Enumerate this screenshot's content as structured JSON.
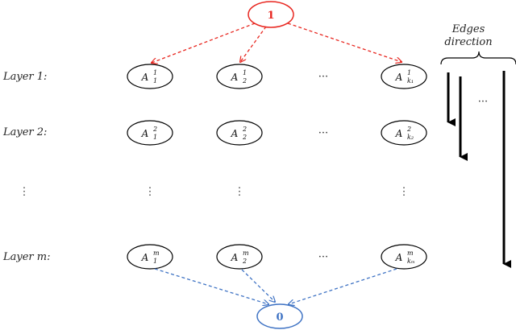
{
  "source": {
    "label": "1"
  },
  "sink": {
    "label": "0"
  },
  "layers": [
    {
      "label": "Layer 1:",
      "nodes": [
        {
          "base": "A",
          "sub": "1",
          "sup": "1"
        },
        {
          "base": "A",
          "sub": "2",
          "sup": "1"
        },
        {
          "base": "A",
          "sub": "k₁",
          "sup": "1"
        }
      ]
    },
    {
      "label": "Layer 2:",
      "nodes": [
        {
          "base": "A",
          "sub": "1",
          "sup": "2"
        },
        {
          "base": "A",
          "sub": "2",
          "sup": "2"
        },
        {
          "base": "A",
          "sub": "k₂",
          "sup": "2"
        }
      ]
    },
    {
      "label": "Layer m:",
      "nodes": [
        {
          "base": "A",
          "sub": "1",
          "sup": "m"
        },
        {
          "base": "A",
          "sub": "2",
          "sup": "m"
        },
        {
          "base": "A",
          "sub": "kₘ",
          "sup": "m"
        }
      ]
    }
  ],
  "ellipsis_h": "···",
  "ellipsis_v": "⋮",
  "edges_direction": {
    "line1": "Edges",
    "line2": "direction"
  },
  "colors": {
    "source": "#e8261f",
    "sink": "#3f73c4",
    "edge_red": "#e8261f",
    "edge_blue": "#3f73c4",
    "arrow": "#000000"
  }
}
